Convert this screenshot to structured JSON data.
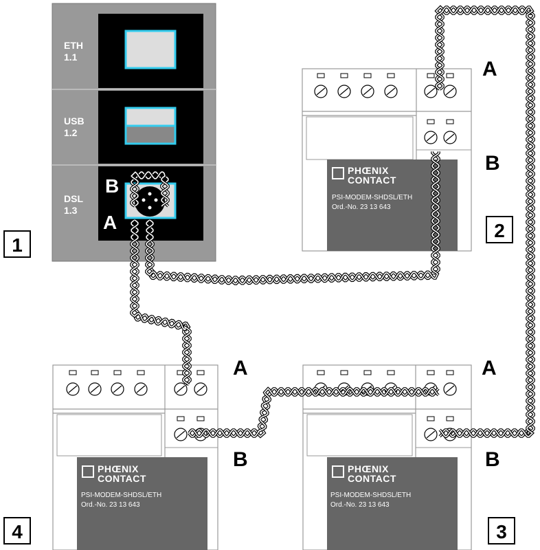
{
  "controller": {
    "ports": [
      {
        "name": "ETH",
        "number": "1.1"
      },
      {
        "name": "USB",
        "number": "1.2"
      },
      {
        "name": "DSL",
        "number": "1.3"
      }
    ],
    "pin_b": "B",
    "pin_a": "A"
  },
  "device_labels": [
    "1",
    "2",
    "3",
    "4"
  ],
  "terminal_labels": {
    "a": "A",
    "b": "B"
  },
  "modem": {
    "brand_line1": "PHŒNIX",
    "brand_line2": "CONTACT",
    "model": "PSI-MODEM-SHDSL/ETH",
    "order_no": "Ord.-No. 23  13  643"
  },
  "colors": {
    "panel_gray": "#999999",
    "port_black": "#000000",
    "port_accent": "#33ccee",
    "label_gray": "#666666"
  }
}
